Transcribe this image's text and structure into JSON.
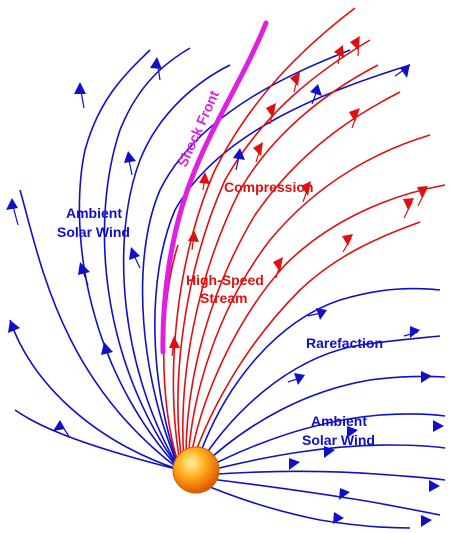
{
  "labels": {
    "ambient_upper": [
      "Ambient",
      "Solar Wind"
    ],
    "ambient_lower": [
      "Ambient",
      "Solar Wind"
    ],
    "shock_front": "Shock Front",
    "compression": "Compression",
    "high_speed": [
      "High-Speed",
      "Stream"
    ],
    "rarefaction": "Rarefaction"
  },
  "colors": {
    "ambient": "#1010c8",
    "fast": "#e01010",
    "shock": "#e020e0",
    "sun_core": "#ffe070",
    "sun_edge": "#e06000"
  }
}
